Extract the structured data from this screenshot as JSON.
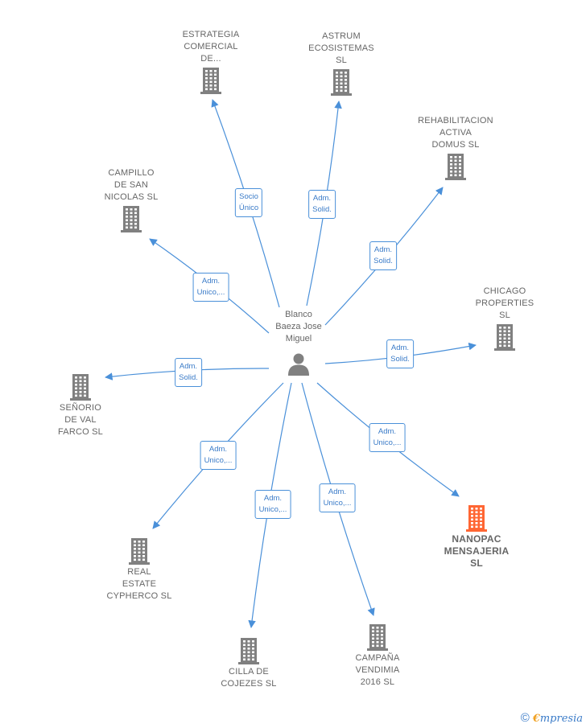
{
  "center": {
    "name": "Blanco\nBaeza Jose\nMiguel"
  },
  "colors": {
    "edge": "#4a90d9",
    "building": "#808080",
    "highlight": "#ff6633",
    "person": "#808080"
  },
  "companies": [
    {
      "id": "estrategia",
      "name": "ESTRATEGIA\nCOMERCIAL\nDE...",
      "role": "Socio\nÚnico",
      "highlight": false
    },
    {
      "id": "astrum",
      "name": "ASTRUM\nECOSISTEMAS\nSL",
      "role": "Adm.\nSolid.",
      "highlight": false
    },
    {
      "id": "rehabilitacion",
      "name": "REHABILITACION\nACTIVA\nDOMUS  SL",
      "role": "Adm.\nSolid.",
      "highlight": false
    },
    {
      "id": "campillo",
      "name": "CAMPILLO\nDE SAN\nNICOLAS  SL",
      "role": "Adm.\nUnico,...",
      "highlight": false
    },
    {
      "id": "chicago",
      "name": "CHICAGO\nPROPERTIES\nSL",
      "role": "Adm.\nSolid.",
      "highlight": false
    },
    {
      "id": "senorio",
      "name": "SEÑORIO\nDE VAL\nFARCO  SL",
      "role": "Adm.\nSolid.",
      "highlight": false
    },
    {
      "id": "nanopac",
      "name": "NANOPAC\nMENSAJERIA\nSL",
      "role": "Adm.\nUnico,...",
      "highlight": true
    },
    {
      "id": "realestate",
      "name": "REAL\nESTATE\nCYPHERCO  SL",
      "role": "Adm.\nUnico,...",
      "highlight": false
    },
    {
      "id": "cilla",
      "name": "CILLA DE\nCOJEZES  SL",
      "role": "Adm.\nUnico,...",
      "highlight": false
    },
    {
      "id": "campana",
      "name": "CAMPAÑA\nVENDIMIA\n2016  SL",
      "role": "Adm.\nUnico,...",
      "highlight": false
    }
  ],
  "footer": {
    "copyright": "©",
    "brand_initial": "€",
    "brand_rest": "mpresia"
  }
}
